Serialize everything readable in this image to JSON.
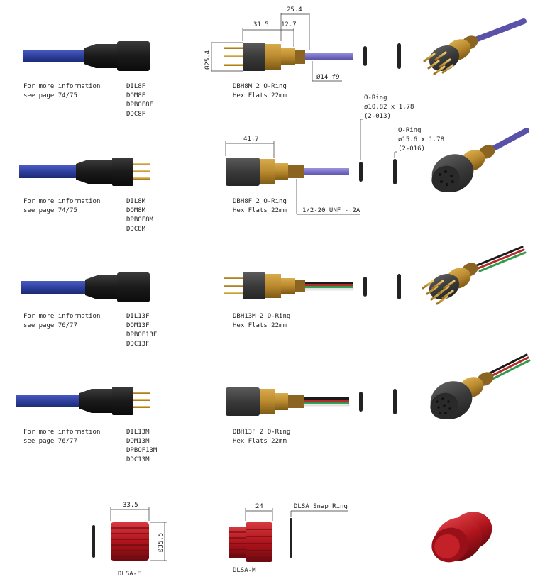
{
  "colors": {
    "cable_blue": "#2e3f9e",
    "body_black": "#1c1c1c",
    "brass": "#b9892e",
    "pin_gold": "#c9962f",
    "wire_purple": "#7a72c9",
    "sleeve_red": "#b0141c"
  },
  "rows": [
    {
      "info": [
        "For more information",
        "see page 74/75"
      ],
      "codes": [
        "DIL8F",
        "DOM8F",
        "DPBOF8F",
        "DDC8F"
      ],
      "part": [
        "DBH8M 2 O-Ring",
        "Hex Flats 22mm"
      ]
    },
    {
      "info": [
        "For more information",
        "see page 74/75"
      ],
      "codes": [
        "DIL8M",
        "DOM8M",
        "DPBOF8M",
        "DDC8M"
      ],
      "part": [
        "DBH8F 2 O-Ring",
        "Hex Flats 22mm"
      ]
    },
    {
      "info": [
        "For more information",
        "see page 76/77"
      ],
      "codes": [
        "DIL13F",
        "DOM13F",
        "DPBOF13F",
        "DDC13F"
      ],
      "part": [
        "DBH13M 2 O-Ring",
        "Hex Flats 22mm"
      ]
    },
    {
      "info": [
        "For more information",
        "see page 76/77"
      ],
      "codes": [
        "DIL13M",
        "DOM13M",
        "DPBOF13M",
        "DDC13M"
      ],
      "part": [
        "DBH13F 2 O-Ring",
        "Hex Flats 22mm"
      ]
    }
  ],
  "dimensions": {
    "dbh8m_len_a": "31.5",
    "dbh8m_len_b": "12.7",
    "dbh8m_len_c": "25.4",
    "dbh8m_dia": "Ø25.4",
    "dbh8m_shaft": "Ø14 f9",
    "dbh8f_len": "41.7",
    "dbh8f_thread": "1/2-20 UNF - 2A",
    "dlsa_f_len": "33.5",
    "dlsa_f_dia": "Ø35.5",
    "dlsa_m_len": "24"
  },
  "orings": {
    "small": [
      "O-Ring",
      "ø10.82 x 1.78",
      "(2-013)"
    ],
    "large": [
      "O-Ring",
      "ø15.6 x 1.78",
      "(2-016)"
    ]
  },
  "dlsa": {
    "f_label": "DLSA-F",
    "m_label": "DLSA-M",
    "snap_ring": "DLSA Snap Ring"
  }
}
